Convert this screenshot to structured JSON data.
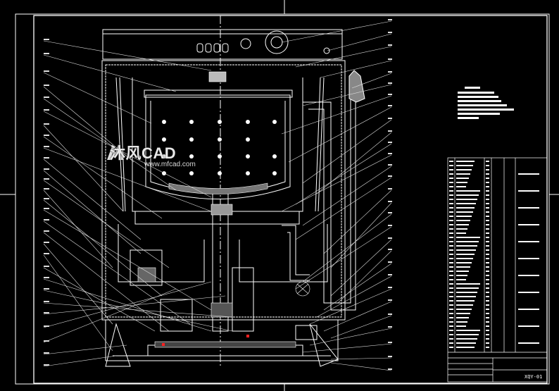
{
  "drawing": {
    "sheet_code": "XQY-01",
    "watermark_text": "沐风CAD",
    "watermark_url": "www.mfcad.com"
  },
  "colors": {
    "background": "#000000",
    "line": "#ffffff",
    "leader": "#e0e0e0",
    "accent": "#ff2020"
  }
}
